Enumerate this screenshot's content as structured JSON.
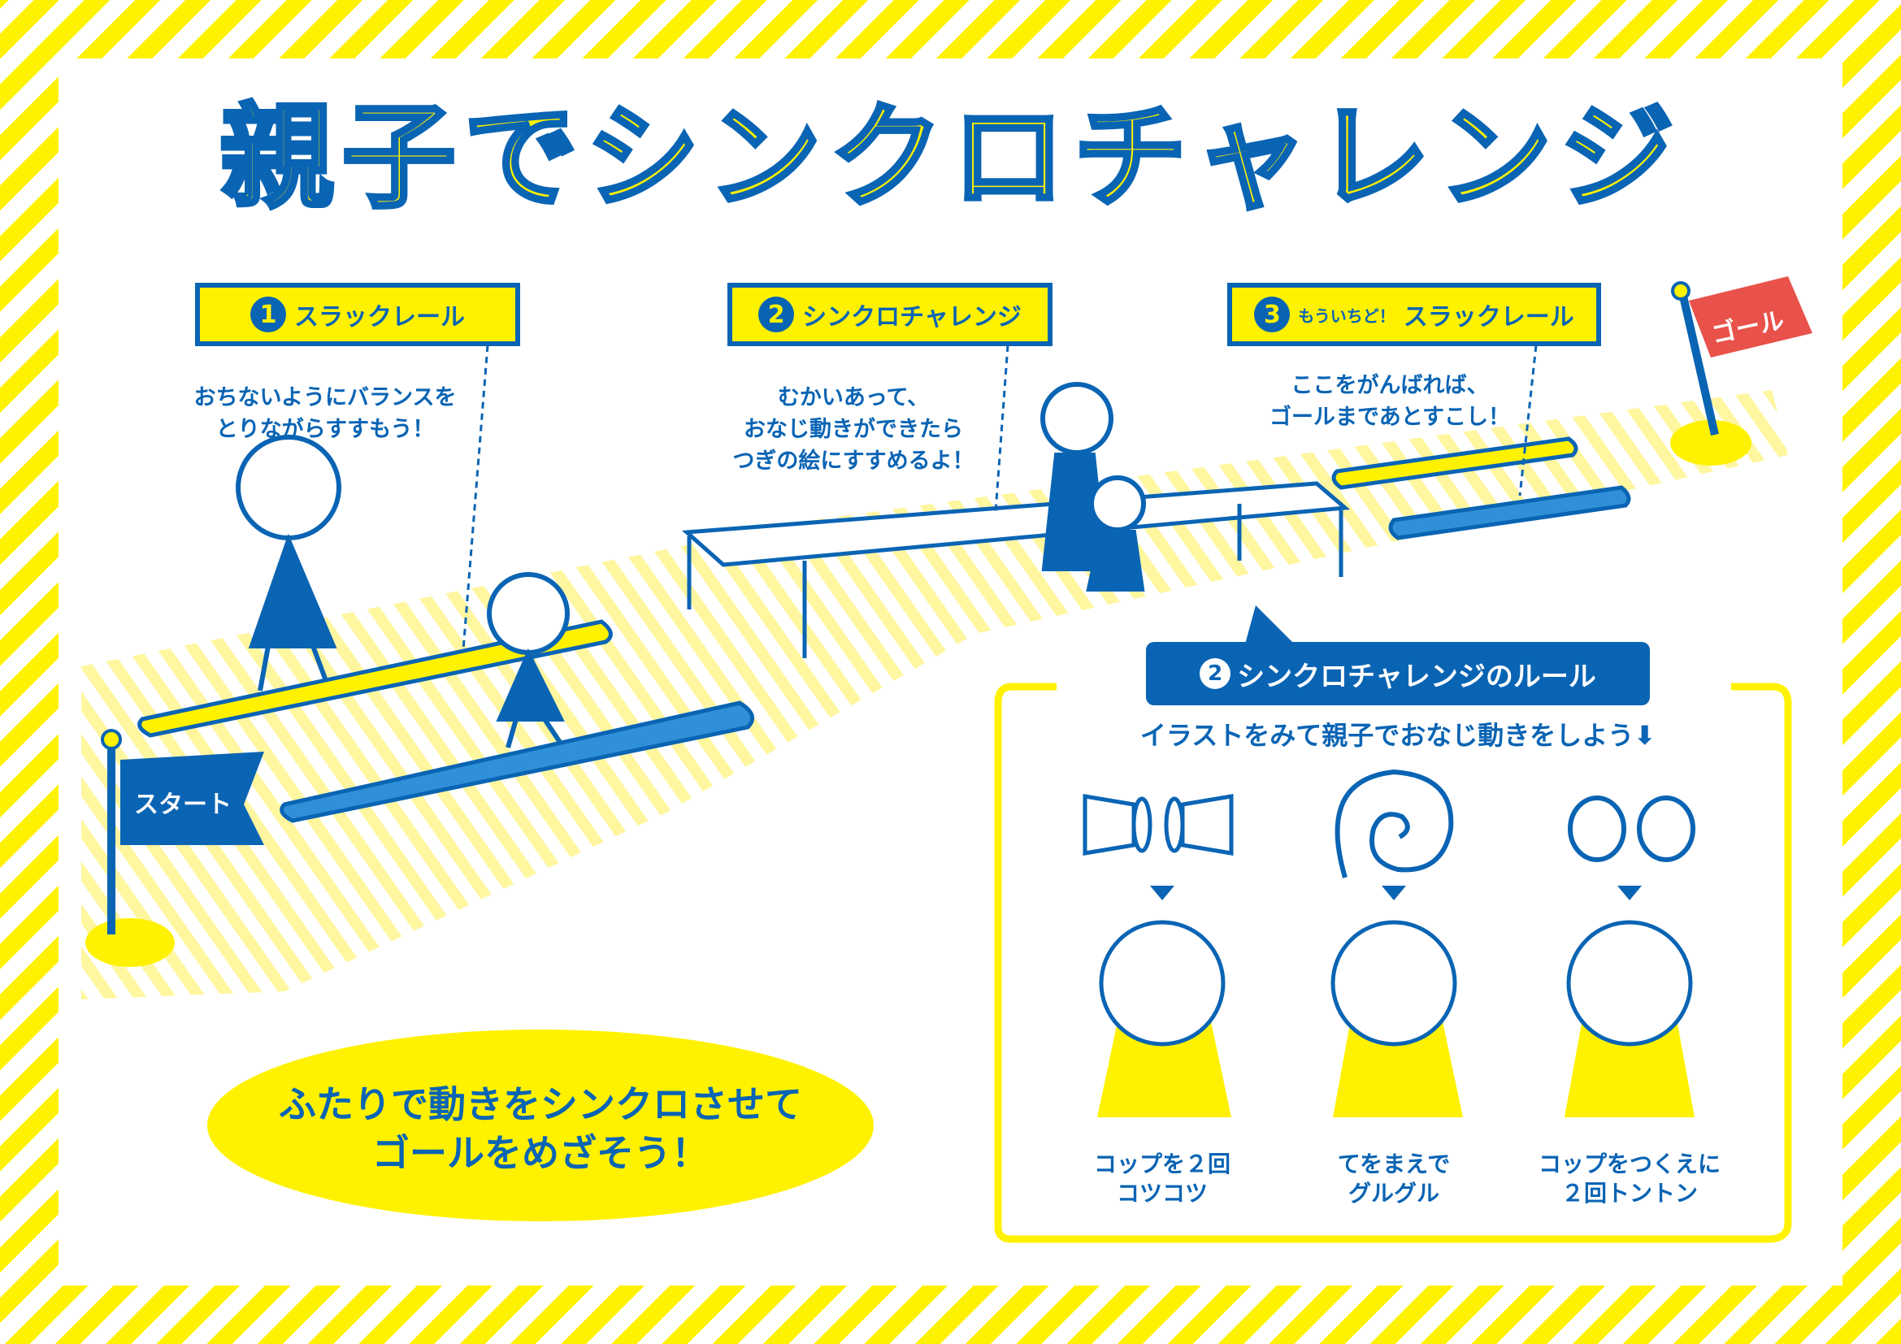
{
  "title": "親子でシンクロチャレンジ",
  "steps": [
    {
      "number": "1",
      "label": "スラックレール",
      "caption": [
        "おちないようにバランスを",
        "とりながらすすもう！"
      ]
    },
    {
      "number": "2",
      "label": "シンクロチャレンジ",
      "caption": [
        "むかいあって、",
        "おなじ動きができたら",
        "つぎの絵にすすめるよ！"
      ]
    },
    {
      "number": "3",
      "prefix": "もういちど！",
      "label": "スラックレール",
      "caption": [
        "ここをがんばれば、",
        "ゴールまであとすこし！"
      ]
    }
  ],
  "goal_flag": "ゴール",
  "start_flag": "スタート",
  "slogan": [
    "ふたりで動きをシンクロさせて",
    "ゴールをめざそう！"
  ],
  "rules": {
    "number": "2",
    "heading": "シンクロチャレンジのルール",
    "subheading": "イラストをみて親子でおなじ動きをしよう",
    "arrow": "⬇",
    "items": [
      {
        "icon": "cups-side-icon",
        "label": [
          "コップを２回",
          "コツコツ"
        ]
      },
      {
        "icon": "spiral-icon",
        "label": [
          "てをまえで",
          "グルグル"
        ]
      },
      {
        "icon": "two-circles-icon",
        "label": [
          "コップをつくえに",
          "２回トントン"
        ]
      }
    ]
  },
  "colors": {
    "yellow": "#fff200",
    "blue": "#0a64b4",
    "red": "#e8524a",
    "green": "#8cc63f"
  }
}
